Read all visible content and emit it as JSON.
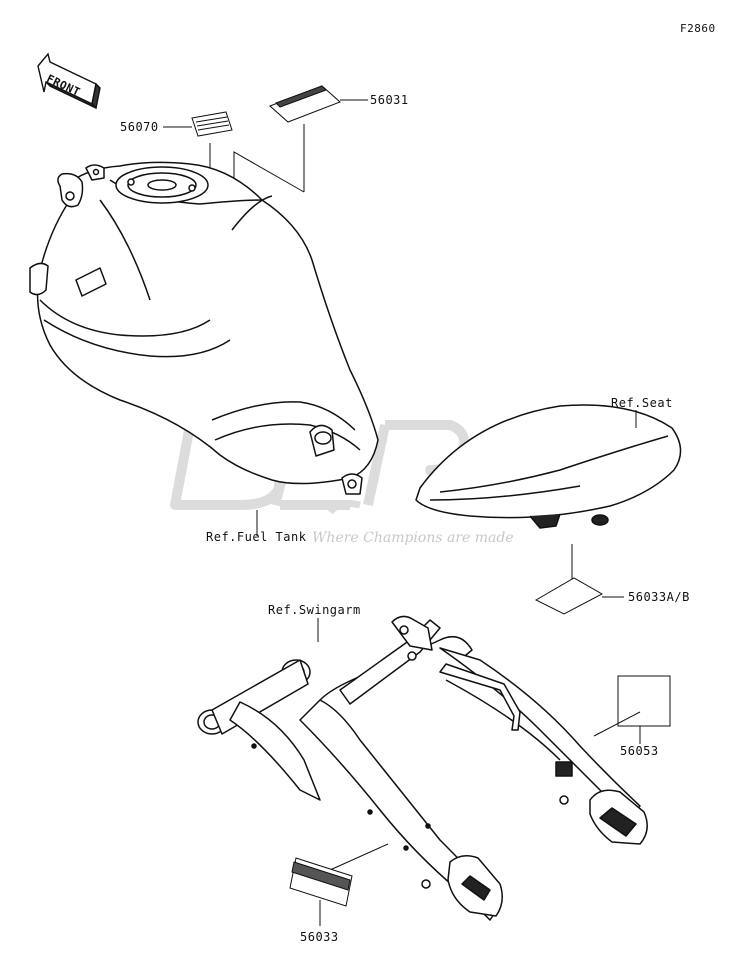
{
  "figure_code": "F2860",
  "front_label": "FRONT",
  "watermark": {
    "tagline": "Where Champions are made"
  },
  "callouts": {
    "p56070": "56070",
    "p56031": "56031",
    "ref_seat": "Ref.Seat",
    "ref_fuel_tank": "Ref.Fuel Tank",
    "p56033ab": "56033A/B",
    "ref_swingarm": "Ref.Swingarm",
    "p56053": "56053",
    "p56033": "56033"
  },
  "colors": {
    "line": "#1a1a1a",
    "watermark": "#d0d0d0"
  }
}
